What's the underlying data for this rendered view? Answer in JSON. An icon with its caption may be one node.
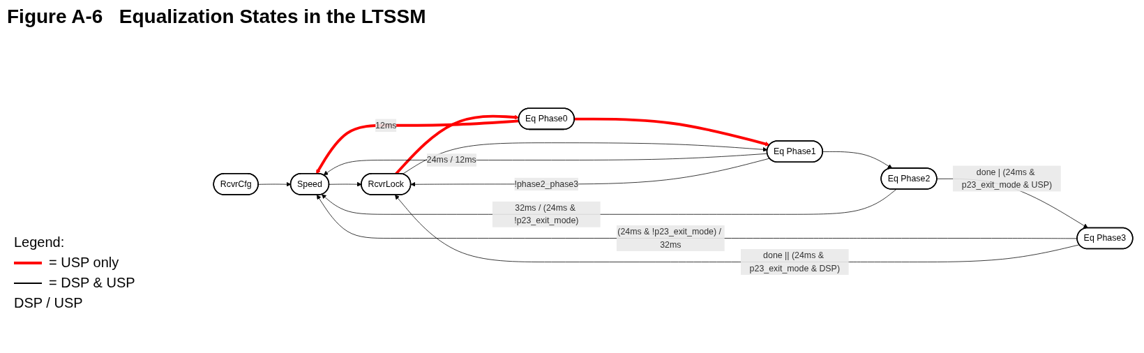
{
  "diagram": {
    "title": "Figure A-6   Equalization States in the LTSSM",
    "nodes": [
      {
        "text": [
          "RcvrCfg"
        ]
      },
      {
        "text": [
          "Speed"
        ]
      },
      {
        "text": [
          "RcvrLock"
        ]
      },
      {
        "text": [
          "Eq Phase0"
        ]
      },
      {
        "text": [
          "Eq Phase1"
        ]
      },
      {
        "text": [
          "Eq Phase2"
        ]
      },
      {
        "text": [
          "Eq Phase3"
        ]
      }
    ],
    "edges": [
      {
        "from": 0,
        "to": 1,
        "arrow": "to"
      },
      {
        "from": 1,
        "to": 2,
        "arrow": "to"
      },
      {
        "from": 2,
        "to": 3,
        "arrow": "to",
        "style": "thick",
        "color": "#ff0000"
      },
      {
        "from": 3,
        "to": 4,
        "arrow": "to",
        "style": "thick",
        "color": "#ff0000"
      },
      {
        "from": 4,
        "to": 5,
        "arrow": "to"
      },
      {
        "from": 5,
        "to": 6,
        "arrow": "to",
        "label": "done | (24ms & p23_exit_mode & USP)"
      },
      {
        "from": 3,
        "to": 1,
        "arrow": "to",
        "label": "12ms",
        "style": "thick",
        "color": "#ff0000"
      },
      {
        "from": 4,
        "to": 1,
        "arrow": "to",
        "label": "24ms / 12ms"
      },
      {
        "from": 5,
        "to": 1,
        "arrow": "to",
        "label": "32ms / (24ms & !p23_exit_mode)"
      },
      {
        "from": 6,
        "to": 1,
        "arrow": "to",
        "label": "(24ms & !p23_exit_mode) / 32ms"
      },
      {
        "from": 2,
        "to": 4,
        "arrow": "to"
      },
      {
        "from": 4,
        "to": 2,
        "arrow": "to",
        "label": "!phase2_phase3"
      },
      {
        "from": 6,
        "to": 2,
        "arrow": "to",
        "label": "done || (24ms & p23_exit_mode & DSP)"
      }
    ],
    "labels": [
      "Legend:",
      "DSP / USP"
    ],
    "legend": [
      {
        "text": "= USP only",
        "color": "#ff0000"
      },
      {
        "text": "= DSP & USP",
        "color": "#000000"
      }
    ]
  }
}
